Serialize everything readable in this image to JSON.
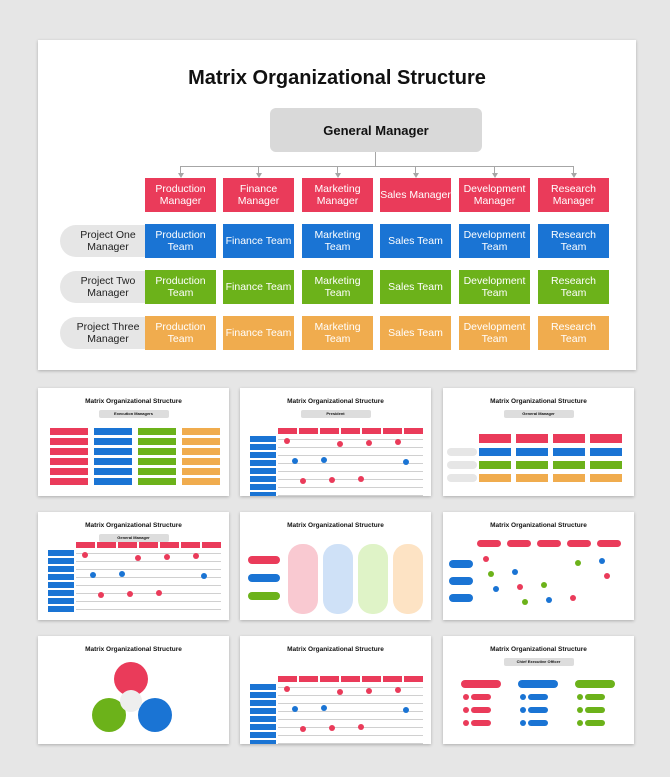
{
  "main": {
    "title": "Matrix Organizational Structure",
    "general_manager": "General Manager",
    "columns": [
      {
        "manager": "Production Manager",
        "team": "Production Team"
      },
      {
        "manager": "Finance Manager",
        "team": "Finance Team"
      },
      {
        "manager": "Marketing Manager",
        "team": "Marketing Team"
      },
      {
        "manager": "Sales Manager",
        "team": "Sales Team"
      },
      {
        "manager": "Development Manager",
        "team": "Development Team"
      },
      {
        "manager": "Research Manager",
        "team": "Research Team"
      }
    ],
    "project_managers": [
      "Project One Manager",
      "Project Two Manager",
      "Project Three Manager"
    ],
    "colors": {
      "manager": "#ea3b5a",
      "row1": "#1a74d4",
      "row2": "#6cb21a",
      "row3": "#f0ac4e",
      "gm_bg": "#d9d9d9"
    }
  },
  "thumbnails": [
    {
      "title": "Matrix Organizational Structure",
      "header": "Execution Managers"
    },
    {
      "title": "Matrix Organizational Structure",
      "header": "President"
    },
    {
      "title": "Matrix Organizational Structure",
      "header": "General Manager"
    },
    {
      "title": "Matrix Organizational Structure",
      "header": "General Manager"
    },
    {
      "title": "Matrix Organizational Structure",
      "header": ""
    },
    {
      "title": "Matrix Organizational Structure",
      "header": ""
    },
    {
      "title": "Matrix Organizational Structure",
      "header": ""
    },
    {
      "title": "Matrix Organizational Structure",
      "header": ""
    },
    {
      "title": "Matrix Organizational Structure",
      "header": "Chief Executive Officer"
    }
  ]
}
